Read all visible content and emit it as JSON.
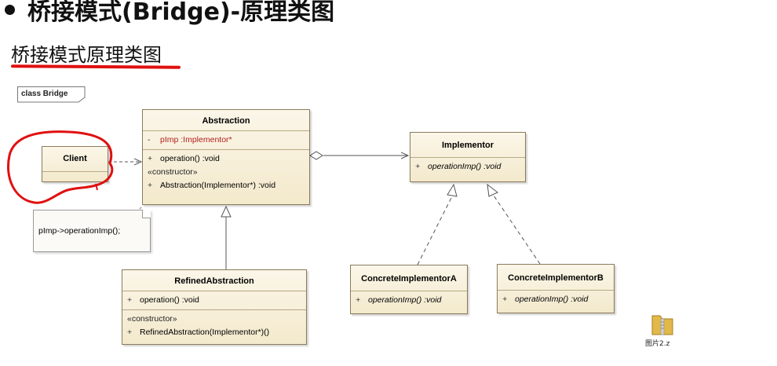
{
  "slide": {
    "title": "桥接模式(Bridge)-原理类图",
    "subtitle": "桥接模式原理类图"
  },
  "frame_label": "class Bridge",
  "classes": {
    "abstraction": {
      "name": "Abstraction",
      "field_vis": "-",
      "field": "pImp  :Implementor*",
      "op_vis": "+",
      "op": "operation()  :void",
      "stereotype": "«constructor»",
      "ctor_vis": "+",
      "ctor": "Abstraction(Implementor*)  :void"
    },
    "client": {
      "name": "Client"
    },
    "implementor": {
      "name": "Implementor",
      "op_vis": "+",
      "op": "operationImp()  :void"
    },
    "refined": {
      "name": "RefinedAbstraction",
      "op_vis": "+",
      "op": "operation()  :void",
      "stereotype": "«constructor»",
      "ctor_vis": "+",
      "ctor": "RefinedAbstraction(Implementor*)()"
    },
    "concrete_a": {
      "name": "ConcreteImplementorA",
      "op_vis": "+",
      "op": "operationImp()  :void"
    },
    "concrete_b": {
      "name": "ConcreteImplementorB",
      "op_vis": "+",
      "op": "operationImp()  :void"
    }
  },
  "note": {
    "text": "pImp->operationImp();"
  },
  "desktop_file": {
    "label": "图片2.z"
  },
  "colors": {
    "class_fill": "#f3e9cc",
    "class_border": "#8a7b5c",
    "field": "#b42020",
    "annotation_red": "#e01010"
  }
}
